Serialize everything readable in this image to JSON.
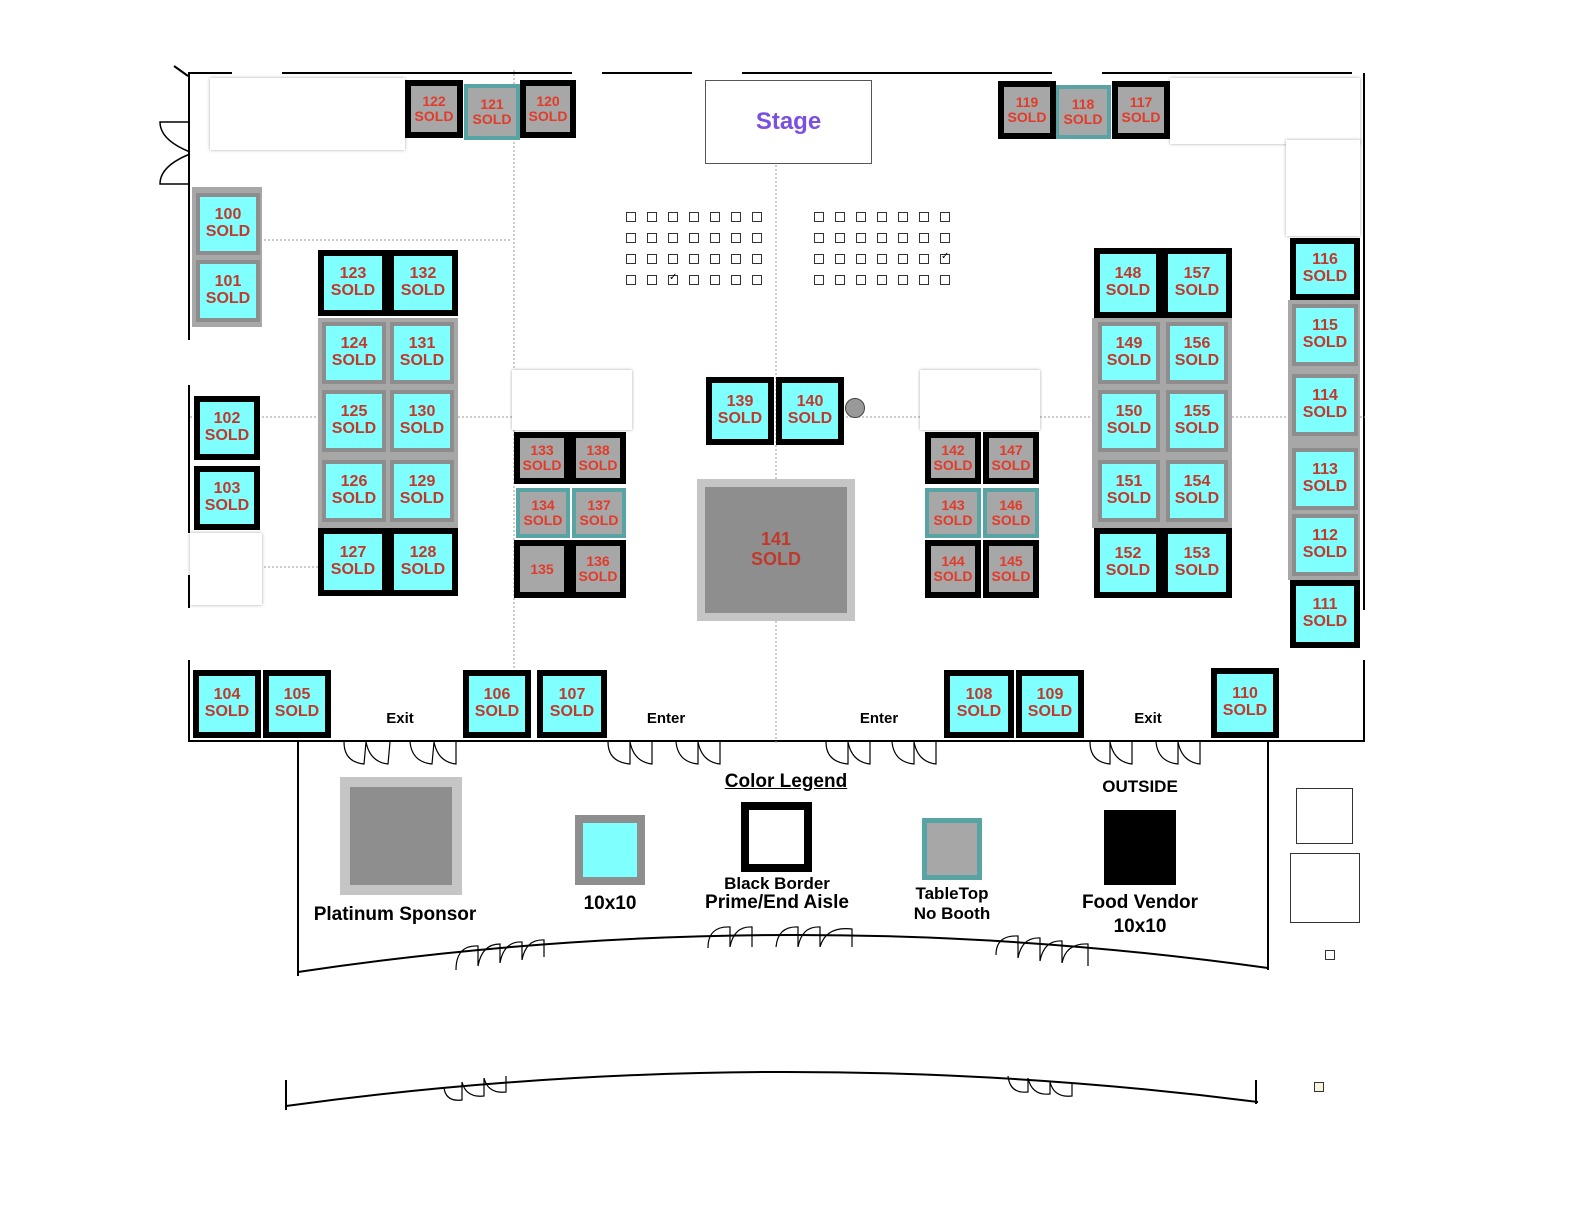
{
  "stage_label": "Stage",
  "aisle_labels": [
    {
      "id": "exit-left",
      "text": "Exit"
    },
    {
      "id": "enter-left",
      "text": "Enter"
    },
    {
      "id": "enter-right",
      "text": "Enter"
    },
    {
      "id": "exit-right",
      "text": "Exit"
    }
  ],
  "outside_label": "OUTSIDE",
  "legend": {
    "title": "Color Legend",
    "items": [
      {
        "id": "platinum",
        "label": "Platinum Sponsor"
      },
      {
        "id": "tenbyten",
        "label": "10x10"
      },
      {
        "id": "blackborder",
        "label_line1": "Black Border",
        "label_line2": "Prime/End Aisle"
      },
      {
        "id": "tabletop",
        "label_line1": "TableTop",
        "label_line2": "No Booth"
      },
      {
        "id": "food",
        "label_line1": "Food Vendor",
        "label_line2": "10x10"
      }
    ]
  },
  "colors": {
    "ten_by_ten": "#80ffff",
    "tabletop": "#a7a7a7",
    "platinum": "#8e8e8e",
    "prime_border": "#000000",
    "sold_text": "#c0392b",
    "stage_text": "#7a50e0"
  },
  "booths": [
    {
      "number": "100",
      "status": "SOLD",
      "type": "10x10",
      "prime": false
    },
    {
      "number": "101",
      "status": "SOLD",
      "type": "10x10",
      "prime": false
    },
    {
      "number": "102",
      "status": "SOLD",
      "type": "10x10",
      "prime": true
    },
    {
      "number": "103",
      "status": "SOLD",
      "type": "10x10",
      "prime": true
    },
    {
      "number": "104",
      "status": "SOLD",
      "type": "10x10",
      "prime": true
    },
    {
      "number": "105",
      "status": "SOLD",
      "type": "10x10",
      "prime": true
    },
    {
      "number": "106",
      "status": "SOLD",
      "type": "10x10",
      "prime": true
    },
    {
      "number": "107",
      "status": "SOLD",
      "type": "10x10",
      "prime": true
    },
    {
      "number": "108",
      "status": "SOLD",
      "type": "10x10",
      "prime": true
    },
    {
      "number": "109",
      "status": "SOLD",
      "type": "10x10",
      "prime": true
    },
    {
      "number": "110",
      "status": "SOLD",
      "type": "10x10",
      "prime": true
    },
    {
      "number": "111",
      "status": "SOLD",
      "type": "10x10",
      "prime": true
    },
    {
      "number": "112",
      "status": "SOLD",
      "type": "10x10",
      "prime": false
    },
    {
      "number": "113",
      "status": "SOLD",
      "type": "10x10",
      "prime": false
    },
    {
      "number": "114",
      "status": "SOLD",
      "type": "10x10",
      "prime": false
    },
    {
      "number": "115",
      "status": "SOLD",
      "type": "10x10",
      "prime": false
    },
    {
      "number": "116",
      "status": "SOLD",
      "type": "10x10",
      "prime": true
    },
    {
      "number": "117",
      "status": "SOLD",
      "type": "tabletop",
      "prime": true
    },
    {
      "number": "118",
      "status": "SOLD",
      "type": "tabletop",
      "prime": false
    },
    {
      "number": "119",
      "status": "SOLD",
      "type": "tabletop",
      "prime": true
    },
    {
      "number": "120",
      "status": "SOLD",
      "type": "tabletop",
      "prime": true
    },
    {
      "number": "121",
      "status": "SOLD",
      "type": "tabletop",
      "prime": false
    },
    {
      "number": "122",
      "status": "SOLD",
      "type": "tabletop",
      "prime": true
    },
    {
      "number": "123",
      "status": "SOLD",
      "type": "10x10",
      "prime": true
    },
    {
      "number": "124",
      "status": "SOLD",
      "type": "10x10",
      "prime": false
    },
    {
      "number": "125",
      "status": "SOLD",
      "type": "10x10",
      "prime": false
    },
    {
      "number": "126",
      "status": "SOLD",
      "type": "10x10",
      "prime": false
    },
    {
      "number": "127",
      "status": "SOLD",
      "type": "10x10",
      "prime": true
    },
    {
      "number": "128",
      "status": "SOLD",
      "type": "10x10",
      "prime": true
    },
    {
      "number": "129",
      "status": "SOLD",
      "type": "10x10",
      "prime": false
    },
    {
      "number": "130",
      "status": "SOLD",
      "type": "10x10",
      "prime": false
    },
    {
      "number": "131",
      "status": "SOLD",
      "type": "10x10",
      "prime": false
    },
    {
      "number": "132",
      "status": "SOLD",
      "type": "10x10",
      "prime": true
    },
    {
      "number": "133",
      "status": "SOLD",
      "type": "tabletop",
      "prime": true
    },
    {
      "number": "134",
      "status": "SOLD",
      "type": "tabletop",
      "prime": false
    },
    {
      "number": "135",
      "status": "",
      "type": "tabletop",
      "prime": true
    },
    {
      "number": "136",
      "status": "SOLD",
      "type": "tabletop",
      "prime": true
    },
    {
      "number": "137",
      "status": "SOLD",
      "type": "tabletop",
      "prime": false
    },
    {
      "number": "138",
      "status": "SOLD",
      "type": "tabletop",
      "prime": true
    },
    {
      "number": "139",
      "status": "SOLD",
      "type": "10x10",
      "prime": true
    },
    {
      "number": "140",
      "status": "SOLD",
      "type": "10x10",
      "prime": true
    },
    {
      "number": "141",
      "status": "SOLD",
      "type": "platinum",
      "prime": false
    },
    {
      "number": "142",
      "status": "SOLD",
      "type": "tabletop",
      "prime": true
    },
    {
      "number": "143",
      "status": "SOLD",
      "type": "tabletop",
      "prime": false
    },
    {
      "number": "144",
      "status": "SOLD",
      "type": "tabletop",
      "prime": true
    },
    {
      "number": "145",
      "status": "SOLD",
      "type": "tabletop",
      "prime": true
    },
    {
      "number": "146",
      "status": "SOLD",
      "type": "tabletop",
      "prime": false
    },
    {
      "number": "147",
      "status": "SOLD",
      "type": "tabletop",
      "prime": true
    },
    {
      "number": "148",
      "status": "SOLD",
      "type": "10x10",
      "prime": true
    },
    {
      "number": "149",
      "status": "SOLD",
      "type": "10x10",
      "prime": false
    },
    {
      "number": "150",
      "status": "SOLD",
      "type": "10x10",
      "prime": false
    },
    {
      "number": "151",
      "status": "SOLD",
      "type": "10x10",
      "prime": false
    },
    {
      "number": "152",
      "status": "SOLD",
      "type": "10x10",
      "prime": true
    },
    {
      "number": "153",
      "status": "SOLD",
      "type": "10x10",
      "prime": true
    },
    {
      "number": "154",
      "status": "SOLD",
      "type": "10x10",
      "prime": false
    },
    {
      "number": "155",
      "status": "SOLD",
      "type": "10x10",
      "prime": false
    },
    {
      "number": "156",
      "status": "SOLD",
      "type": "10x10",
      "prime": false
    },
    {
      "number": "157",
      "status": "SOLD",
      "type": "10x10",
      "prime": true
    }
  ]
}
